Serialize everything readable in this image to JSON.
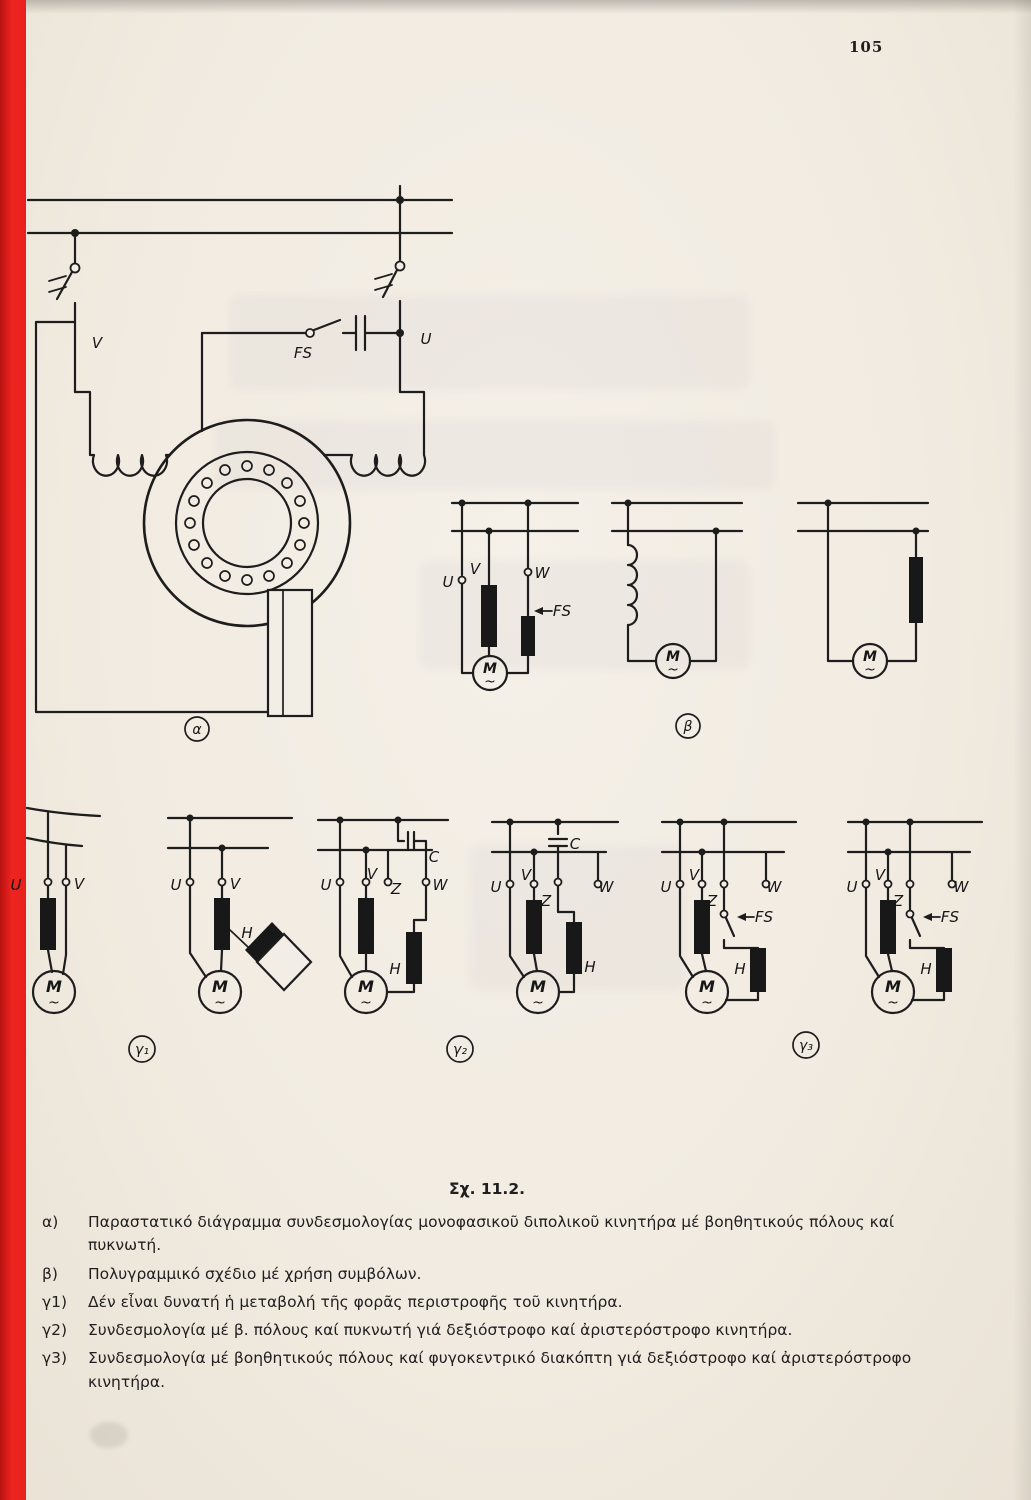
{
  "page": {
    "number": "105"
  },
  "sym": {
    "U": "U",
    "V": "V",
    "W": "W",
    "Z": "Z",
    "H": "H",
    "C": "C",
    "FS": "FS",
    "M": "M",
    "tilde": "~",
    "alpha": "α",
    "beta": "β",
    "g1": "γ₁",
    "g2": "γ₂",
    "g3": "γ₃"
  },
  "caption": {
    "title": "Σχ. 11.2.",
    "entries": [
      {
        "label": "α)",
        "text": "Παραστατικό διάγραμμα συνδεσμολογίας μονοφασικοῦ διπολικοῦ κινητήρα μέ βοηθητικούς πόλους καί πυκνωτή."
      },
      {
        "label": "β)",
        "text": "Πολυγραμμικό σχέδιο μέ χρήση συμβόλων."
      },
      {
        "label": "γ1)",
        "text": "Δέν εἶναι δυνατή ἡ μεταβολή τῆς φορᾶς περιστροφῆς τοῦ κινητήρα."
      },
      {
        "label": "γ2)",
        "text": "Συνδεσμολογία μέ β. πόλους καί πυκνωτή γιά δεξιόστροφο καί ἀριστερόστροφο κινητήρα."
      },
      {
        "label": "γ3)",
        "text": "Συνδεσμολογία μέ βοηθητικούς πόλους καί φυγοκεντρικό διακόπτη γιά δεξιόστροφο καί ἀριστερόστροφο κινητήρα."
      }
    ]
  }
}
